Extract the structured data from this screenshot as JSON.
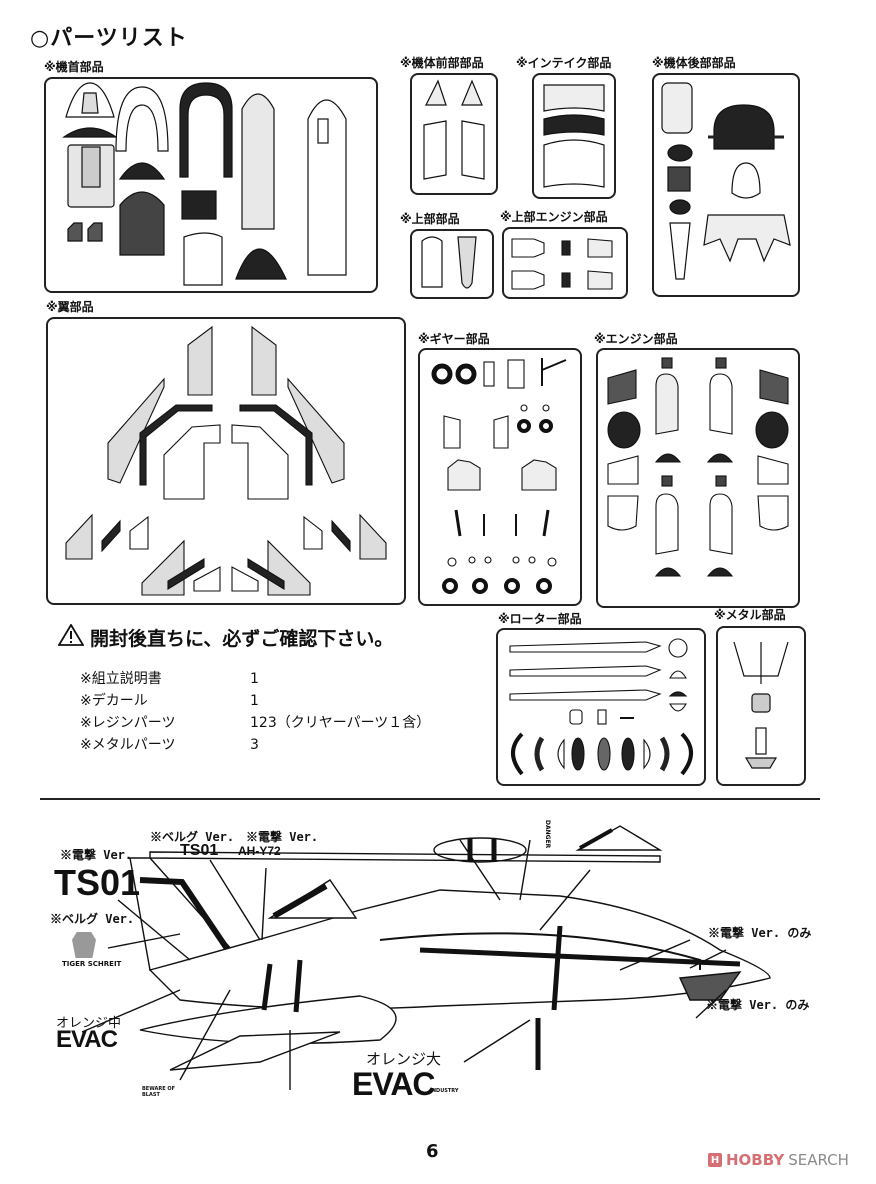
{
  "page": {
    "title": "○パーツリスト",
    "page_number": "6"
  },
  "sections": {
    "nose": {
      "label": "※機首部品"
    },
    "front_fuselage": {
      "label": "※機体前部部品"
    },
    "intake": {
      "label": "※インテイク部品"
    },
    "rear_fuselage": {
      "label": "※機体後部部品"
    },
    "upper": {
      "label": "※上部部品"
    },
    "upper_engine": {
      "label": "※上部エンジン部品"
    },
    "wing": {
      "label": "※翼部品"
    },
    "gear": {
      "label": "※ギヤー部品"
    },
    "engine": {
      "label": "※エンジン部品"
    },
    "rotor": {
      "label": "※ローター部品"
    },
    "metal": {
      "label": "※メタル部品"
    }
  },
  "warning": {
    "icon": "warning-triangle-icon",
    "text": "開封後直ちに、必ずご確認下さい。"
  },
  "contents": [
    {
      "name": "※組立説明書",
      "qty": "1"
    },
    {
      "name": "※デカール",
      "qty": "1"
    },
    {
      "name": "※レジンパーツ",
      "qty": "123（クリヤーパーツ１含）"
    },
    {
      "name": "※メタルパーツ",
      "qty": "3"
    }
  ],
  "decal_guide": {
    "dengeki_ver_left": "※電撃 Ver.",
    "ts01_large": "TS01",
    "belg_ver_top": "※ベルグ Ver.",
    "ts01_small": "TS01",
    "dengeki_ver_top": "※電撃 Ver.",
    "ah_y72": "AH-Y72",
    "belg_ver_left": "※ベルグ Ver.",
    "tiger_logo_text": "TIGER SCHREIT",
    "orange_medium": "オレンジ中",
    "evac_medium": "EVAC",
    "orange_large": "オレンジ大",
    "evac_large": "EVAC",
    "evac_industry": "INDUSTRY",
    "beware_blast": "BEWARE OF BLAST",
    "danger": "DANGER",
    "dengeki_only_1": "※電撃 Ver. のみ",
    "dengeki_only_2": "※電撃 Ver. のみ"
  },
  "watermark": {
    "brand": "HOBBY",
    "suffix": "SEARCH"
  }
}
